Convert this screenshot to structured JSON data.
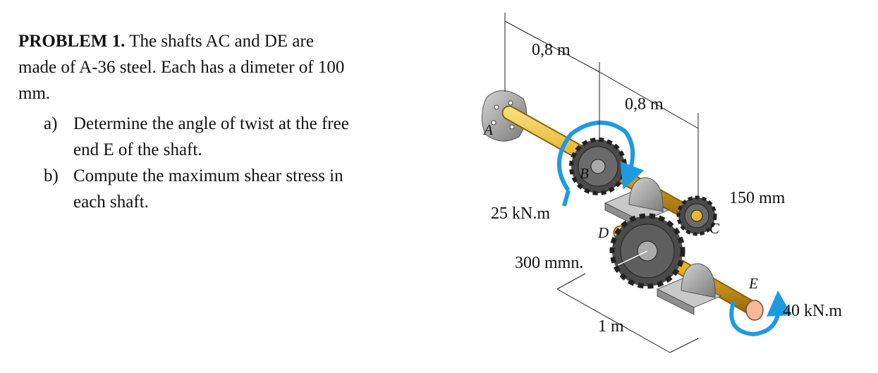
{
  "problem": {
    "heading": "PROBLEM 1.",
    "intro_line1": "The shafts AC and DE are",
    "intro_line2": "made of A-36 steel. Each has a dimeter of 100",
    "intro_line3": "mm.",
    "parts": [
      {
        "marker": "a)",
        "text_line1": "Determine the angle of twist at the free",
        "text_line2": "end E of the shaft."
      },
      {
        "marker": "b)",
        "text_line1": "Compute the maximum shear stress in",
        "text_line2": "each shaft."
      }
    ]
  },
  "figure": {
    "dim_top1": "0,8 m",
    "dim_top2": "0,8 m",
    "radius_c": "150 mm",
    "torque_b": "25 kN.m",
    "radius_d": "300 mmn.",
    "dim_bottom": "1 m",
    "torque_e": "40 kN.m",
    "point_a": "A",
    "point_b": "B",
    "point_c": "C",
    "point_d": "D",
    "point_e": "E",
    "colors": {
      "shaft": "#e8b732",
      "torque_arrow": "#1e9be0",
      "support": "#9a9a9a",
      "gear": "#555555"
    }
  }
}
